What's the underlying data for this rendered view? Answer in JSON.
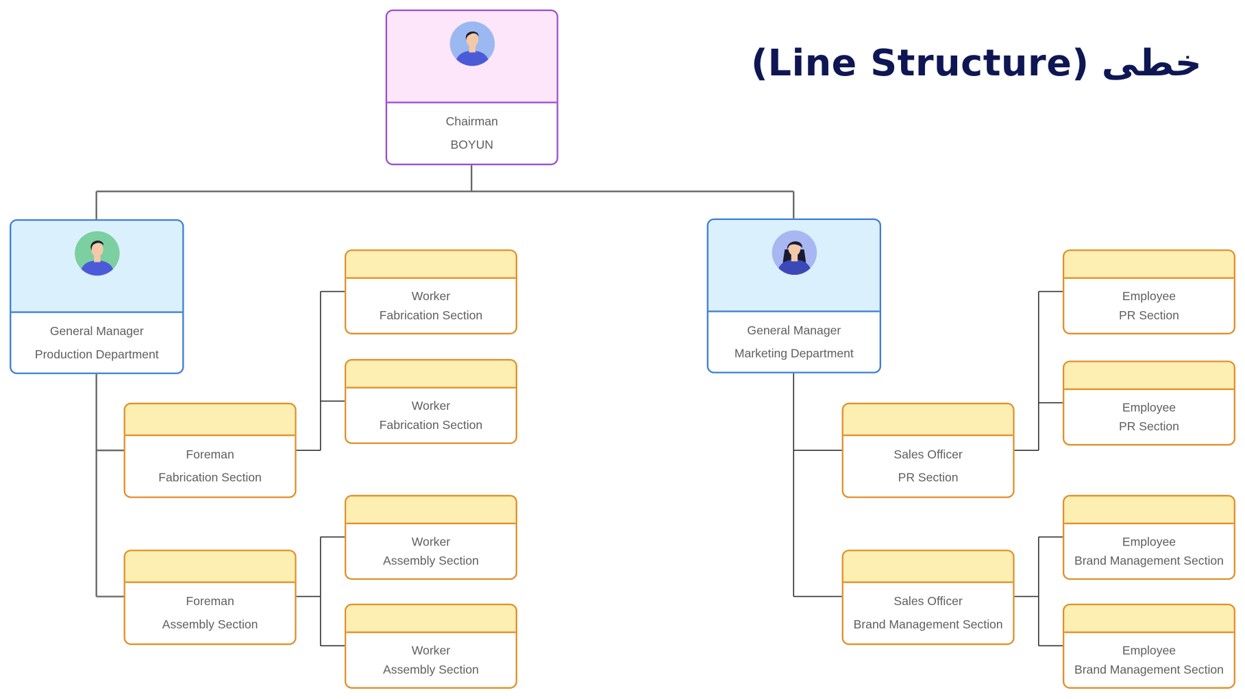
{
  "title": "خطی (Line Structure)",
  "nodes": {
    "chairman": {
      "role": "Chairman",
      "name": "BOYUN",
      "avatar": "male-avatar-icon"
    },
    "gm_production": {
      "role": "General Manager",
      "unit": "Production Department",
      "avatar": "male-avatar-icon"
    },
    "gm_marketing": {
      "role": "General Manager",
      "unit": "Marketing Department",
      "avatar": "female-avatar-icon"
    },
    "foreman_fabrication": {
      "role": "Foreman",
      "unit": "Fabrication Section"
    },
    "foreman_assembly": {
      "role": "Foreman",
      "unit": "Assembly Section"
    },
    "worker_fabrication_1": {
      "role": "Worker",
      "unit": "Fabrication Section"
    },
    "worker_fabrication_2": {
      "role": "Worker",
      "unit": "Fabrication Section"
    },
    "worker_assembly_1": {
      "role": "Worker",
      "unit": "Assembly Section"
    },
    "worker_assembly_2": {
      "role": "Worker",
      "unit": "Assembly Section"
    },
    "sales_pr": {
      "role": "Sales Officer",
      "unit": "PR Section"
    },
    "sales_brand": {
      "role": "Sales Officer",
      "unit": "Brand Management Section"
    },
    "employee_pr_1": {
      "role": "Employee",
      "unit": "PR Section"
    },
    "employee_pr_2": {
      "role": "Employee",
      "unit": "PR Section"
    },
    "employee_brand_1": {
      "role": "Employee",
      "unit": "Brand Management Section"
    },
    "employee_brand_2": {
      "role": "Employee",
      "unit": "Brand Management Section"
    }
  },
  "colors": {
    "title": "#0f1654",
    "chairman_border": "#9b4fd0",
    "chairman_fill": "#fde6fa",
    "manager_border": "#3e7fd6",
    "manager_fill": "#dbf0fd",
    "staff_border": "#e0902b",
    "staff_fill": "#fdeeb1",
    "connector": "#666666"
  }
}
